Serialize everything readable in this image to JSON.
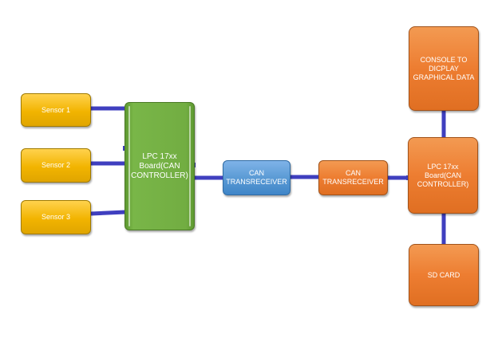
{
  "blocks": {
    "sensor1": "Sensor 1",
    "sensor2": "Sensor 2",
    "sensor3": "Sensor 3",
    "lpc_left": "LPC 17xx\nBoard(CAN\nCONTROLLER)",
    "can_left": "CAN\nTRANSRECEIVER",
    "can_right": "CAN\nTRANSRECEIVER",
    "lpc_right": "LPC 17xx\nBoard(CAN\nCONTROLLER)",
    "console": "CONSOLE TO\nDICPLAY\nGRAPHICAL DATA",
    "sdcard": "SD CARD"
  },
  "colors": {
    "sensor": "#ffc000",
    "lpc_left": "#70ad47",
    "can_left": "#5b9bd5",
    "orange": "#ed7d31",
    "connector": "#3f3fbf"
  }
}
